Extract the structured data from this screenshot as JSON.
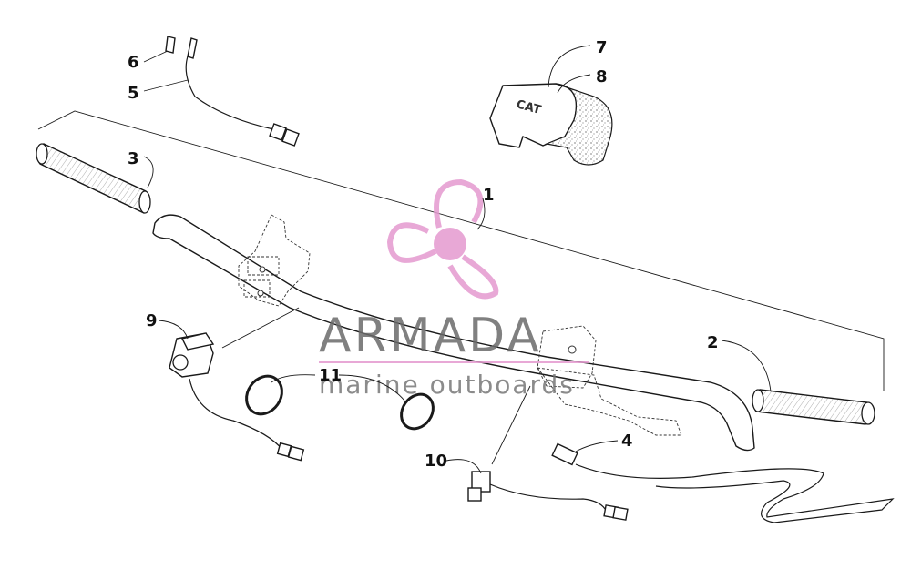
{
  "diagram": {
    "callouts": [
      {
        "id": "1",
        "label": "1"
      },
      {
        "id": "2",
        "label": "2"
      },
      {
        "id": "3",
        "label": "3"
      },
      {
        "id": "4",
        "label": "4"
      },
      {
        "id": "5",
        "label": "5"
      },
      {
        "id": "6",
        "label": "6"
      },
      {
        "id": "7",
        "label": "7"
      },
      {
        "id": "8",
        "label": "8"
      },
      {
        "id": "9",
        "label": "9"
      },
      {
        "id": "10",
        "label": "10"
      },
      {
        "id": "11",
        "label": "11"
      }
    ],
    "pad_text": "CAT"
  },
  "watermark": {
    "title": "ARMADA",
    "subtitle": "marine outboards",
    "logo_color": "#e49ad0",
    "text_color": "#6a6a6a"
  }
}
